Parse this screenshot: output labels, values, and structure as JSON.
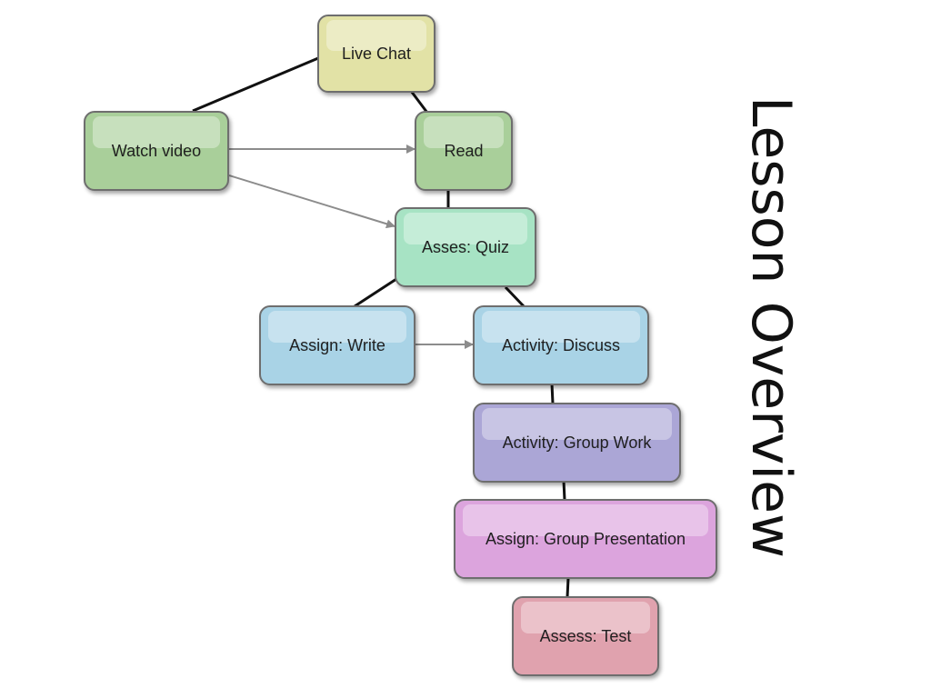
{
  "title": "Lesson Overview",
  "nodes": {
    "live_chat": {
      "label": "Live Chat",
      "color": "#e2e2a6"
    },
    "watch_video": {
      "label": "Watch video",
      "color": "#a9cf9a"
    },
    "read": {
      "label": "Read",
      "color": "#a9cf9a"
    },
    "asses_quiz": {
      "label": "Asses: Quiz",
      "color": "#a7e3c4"
    },
    "assign_write": {
      "label": "Assign: Write",
      "color": "#a9d3e6"
    },
    "activity_discuss": {
      "label": "Activity: Discuss",
      "color": "#a9d3e6"
    },
    "activity_group_work": {
      "label": "Activity: Group Work",
      "color": "#aba6d6"
    },
    "assign_group_presentation": {
      "label": "Assign: Group Presentation",
      "color": "#dca4dd"
    },
    "assess_test": {
      "label": "Assess: Test",
      "color": "#e0a2ae"
    }
  },
  "edges": [
    {
      "from": "watch_video",
      "to": "live_chat",
      "style": "line"
    },
    {
      "from": "live_chat",
      "to": "read",
      "style": "line"
    },
    {
      "from": "watch_video",
      "to": "read",
      "style": "arrow"
    },
    {
      "from": "watch_video",
      "to": "asses_quiz",
      "style": "arrow"
    },
    {
      "from": "read",
      "to": "asses_quiz",
      "style": "line"
    },
    {
      "from": "asses_quiz",
      "to": "assign_write",
      "style": "line"
    },
    {
      "from": "asses_quiz",
      "to": "activity_discuss",
      "style": "line"
    },
    {
      "from": "assign_write",
      "to": "activity_discuss",
      "style": "arrow"
    },
    {
      "from": "activity_discuss",
      "to": "activity_group_work",
      "style": "line"
    },
    {
      "from": "activity_group_work",
      "to": "assign_group_presentation",
      "style": "line"
    },
    {
      "from": "assign_group_presentation",
      "to": "assess_test",
      "style": "line"
    }
  ]
}
